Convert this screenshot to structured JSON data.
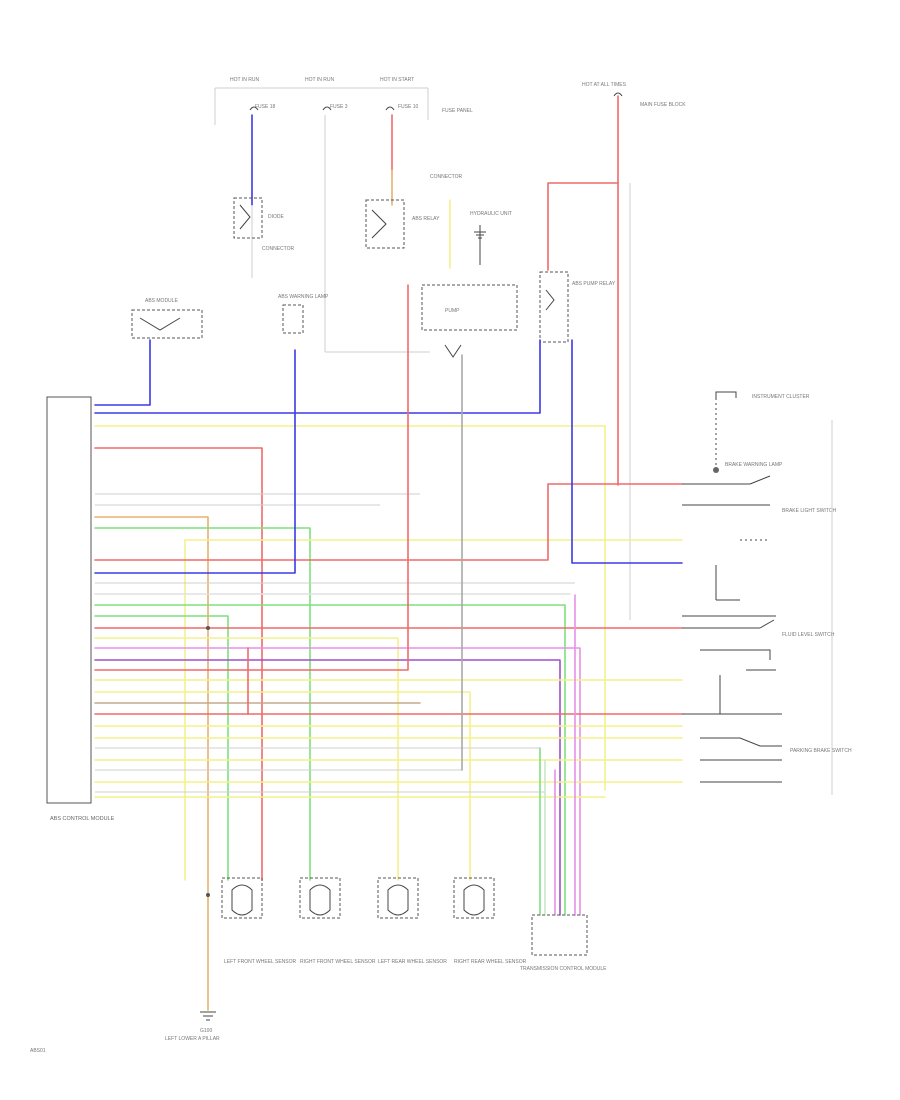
{
  "colors": {
    "blue": "#3a3ae6",
    "red": "#ee6a6a",
    "yellow": "#f4f08a",
    "green": "#7ee07e",
    "purple": "#a050c8",
    "gray": "#9a9a9a",
    "orange": "#e8b070",
    "pink": "#e890e8",
    "black": "#444444",
    "light": "#d8d8d8"
  },
  "labels": {
    "hot_run_1": "HOT IN RUN",
    "hot_run_2": "HOT IN RUN",
    "hot_start": "HOT IN START",
    "hot_all_times": "HOT AT ALL TIMES",
    "fuse_1": "FUSE 18",
    "fuse_2": "FUSE 3",
    "fuse_3": "FUSE 10",
    "fuse_panel": "FUSE PANEL",
    "fuse_block": "MAIN FUSE BLOCK",
    "diode": "DIODE",
    "abs_relay": "ABS RELAY",
    "connector": "CONNECTOR",
    "abs_pump_relay": "ABS PUMP RELAY",
    "hydraulic_unit": "HYDRAULIC UNIT",
    "abs_pump": "PUMP",
    "warning_lamp": "ABS WARNING LAMP",
    "brake_warning_lamp": "BRAKE WARNING LAMP",
    "brake_switch": "BRAKE LIGHT SWITCH",
    "fluid_level_switch": "FLUID LEVEL SWITCH",
    "parking_switch": "PARKING BRAKE SWITCH",
    "abs_module": "ABS MODULE",
    "abs_cluster": "INSTRUMENT CLUSTER",
    "abs_module_caption": "ABS CONTROL MODULE",
    "lf_sensor": "LEFT FRONT WHEEL SENSOR",
    "rf_sensor": "RIGHT FRONT WHEEL SENSOR",
    "lr_sensor": "LEFT REAR WHEEL SENSOR",
    "rr_sensor": "RIGHT REAR WHEEL SENSOR",
    "trans_caption": "TRANSMISSION CONTROL MODULE",
    "ground": "G100",
    "ground_caption": "LEFT LOWER A PILLAR",
    "figure_id": "ABS01"
  }
}
